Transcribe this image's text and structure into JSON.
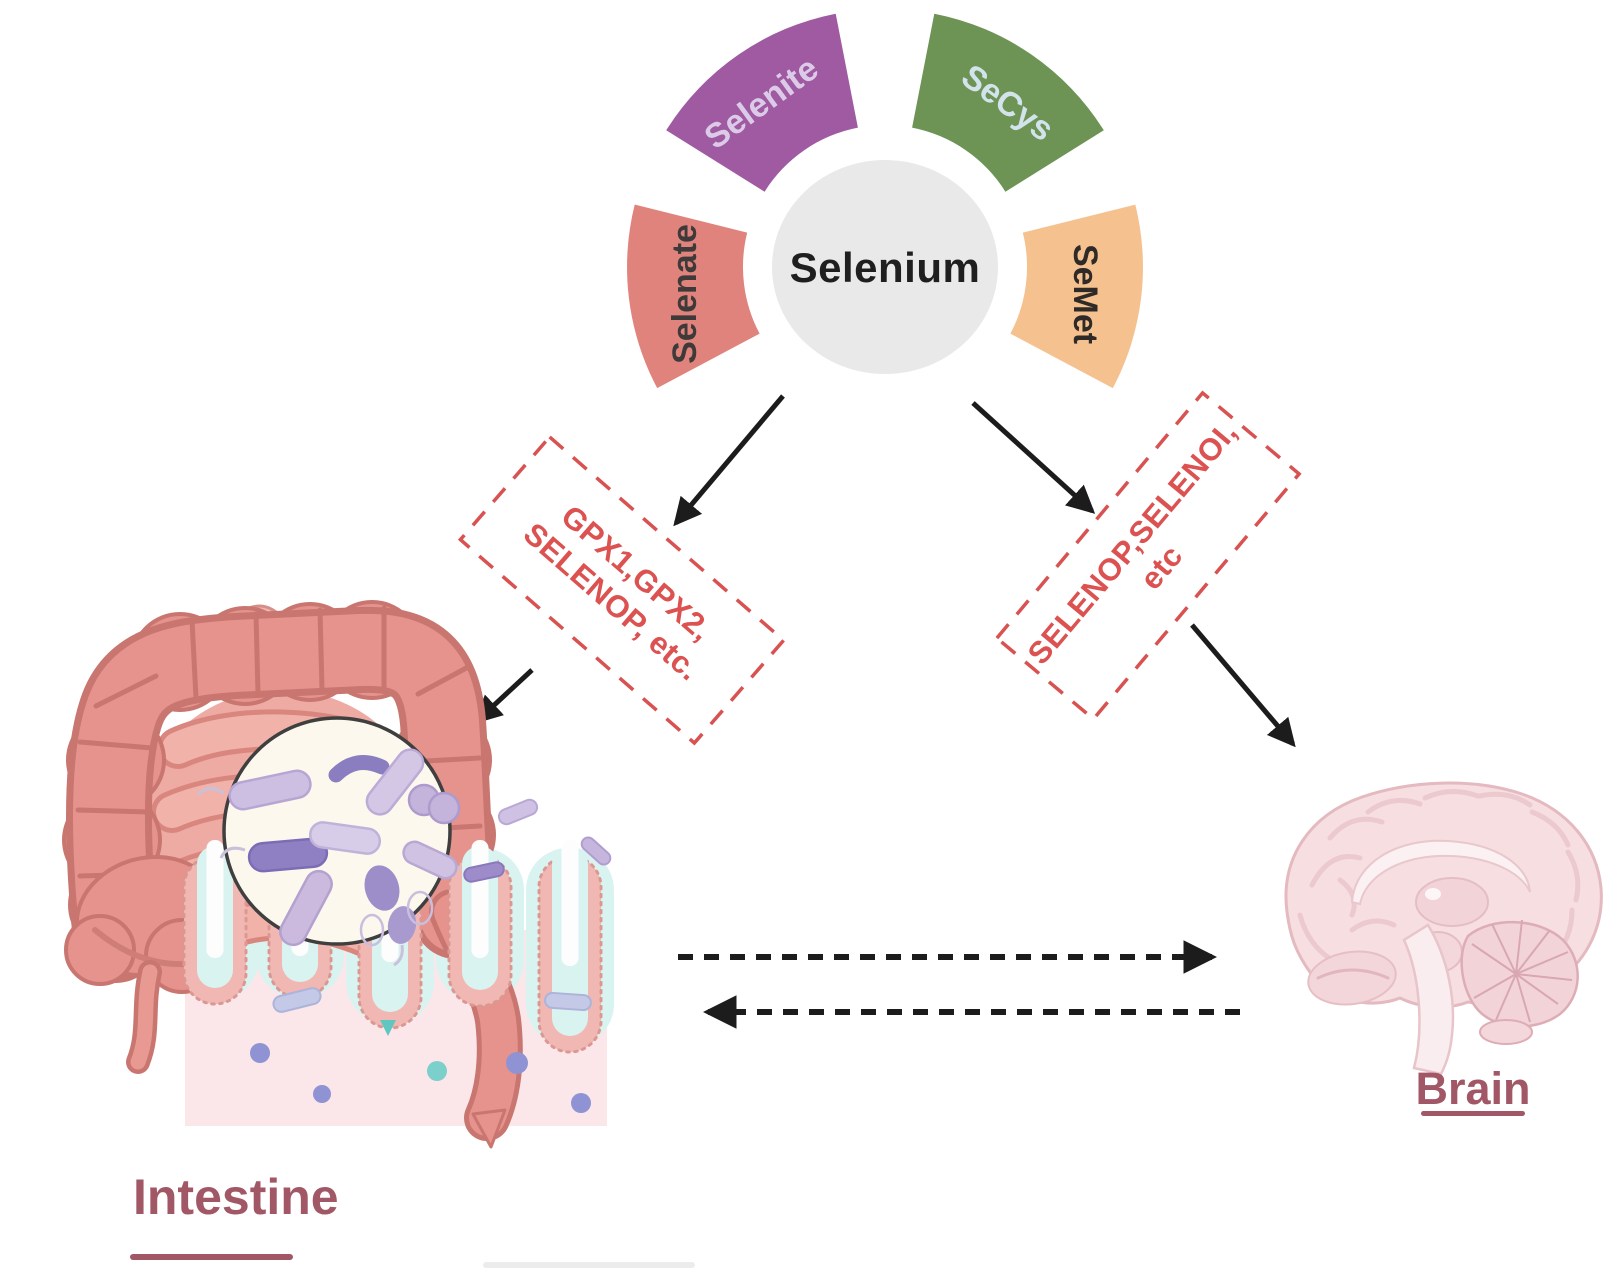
{
  "figure": {
    "background": "#ffffff",
    "center_node": {
      "label": "Selenium",
      "fill": "#e9e9ea",
      "text_color": "#1f1f1f"
    },
    "wedges": [
      {
        "label": "Selenite",
        "fill": "#9f5aa1",
        "text_color": "#dccbe8"
      },
      {
        "label": "SeCys",
        "fill": "#6d9355",
        "text_color": "#d2e3ec"
      },
      {
        "label": "Selenate",
        "fill": "#e0837c",
        "text_color": "#3d3a39"
      },
      {
        "label": "SeMet",
        "fill": "#f4c18f",
        "text_color": "#2e2a28"
      }
    ],
    "protein_boxes": [
      {
        "lines": [
          "GPX1,GPX2,",
          "SELENOP, etc."
        ]
      },
      {
        "lines": [
          "SELENOP,SELENOI,",
          "etc"
        ]
      }
    ],
    "box_color": "#d95252",
    "arrow_color": "#1c1c1c",
    "organ_labels": [
      {
        "label": "Intestine"
      },
      {
        "label": "Brain"
      }
    ],
    "organ_label_color": "#a25766"
  }
}
